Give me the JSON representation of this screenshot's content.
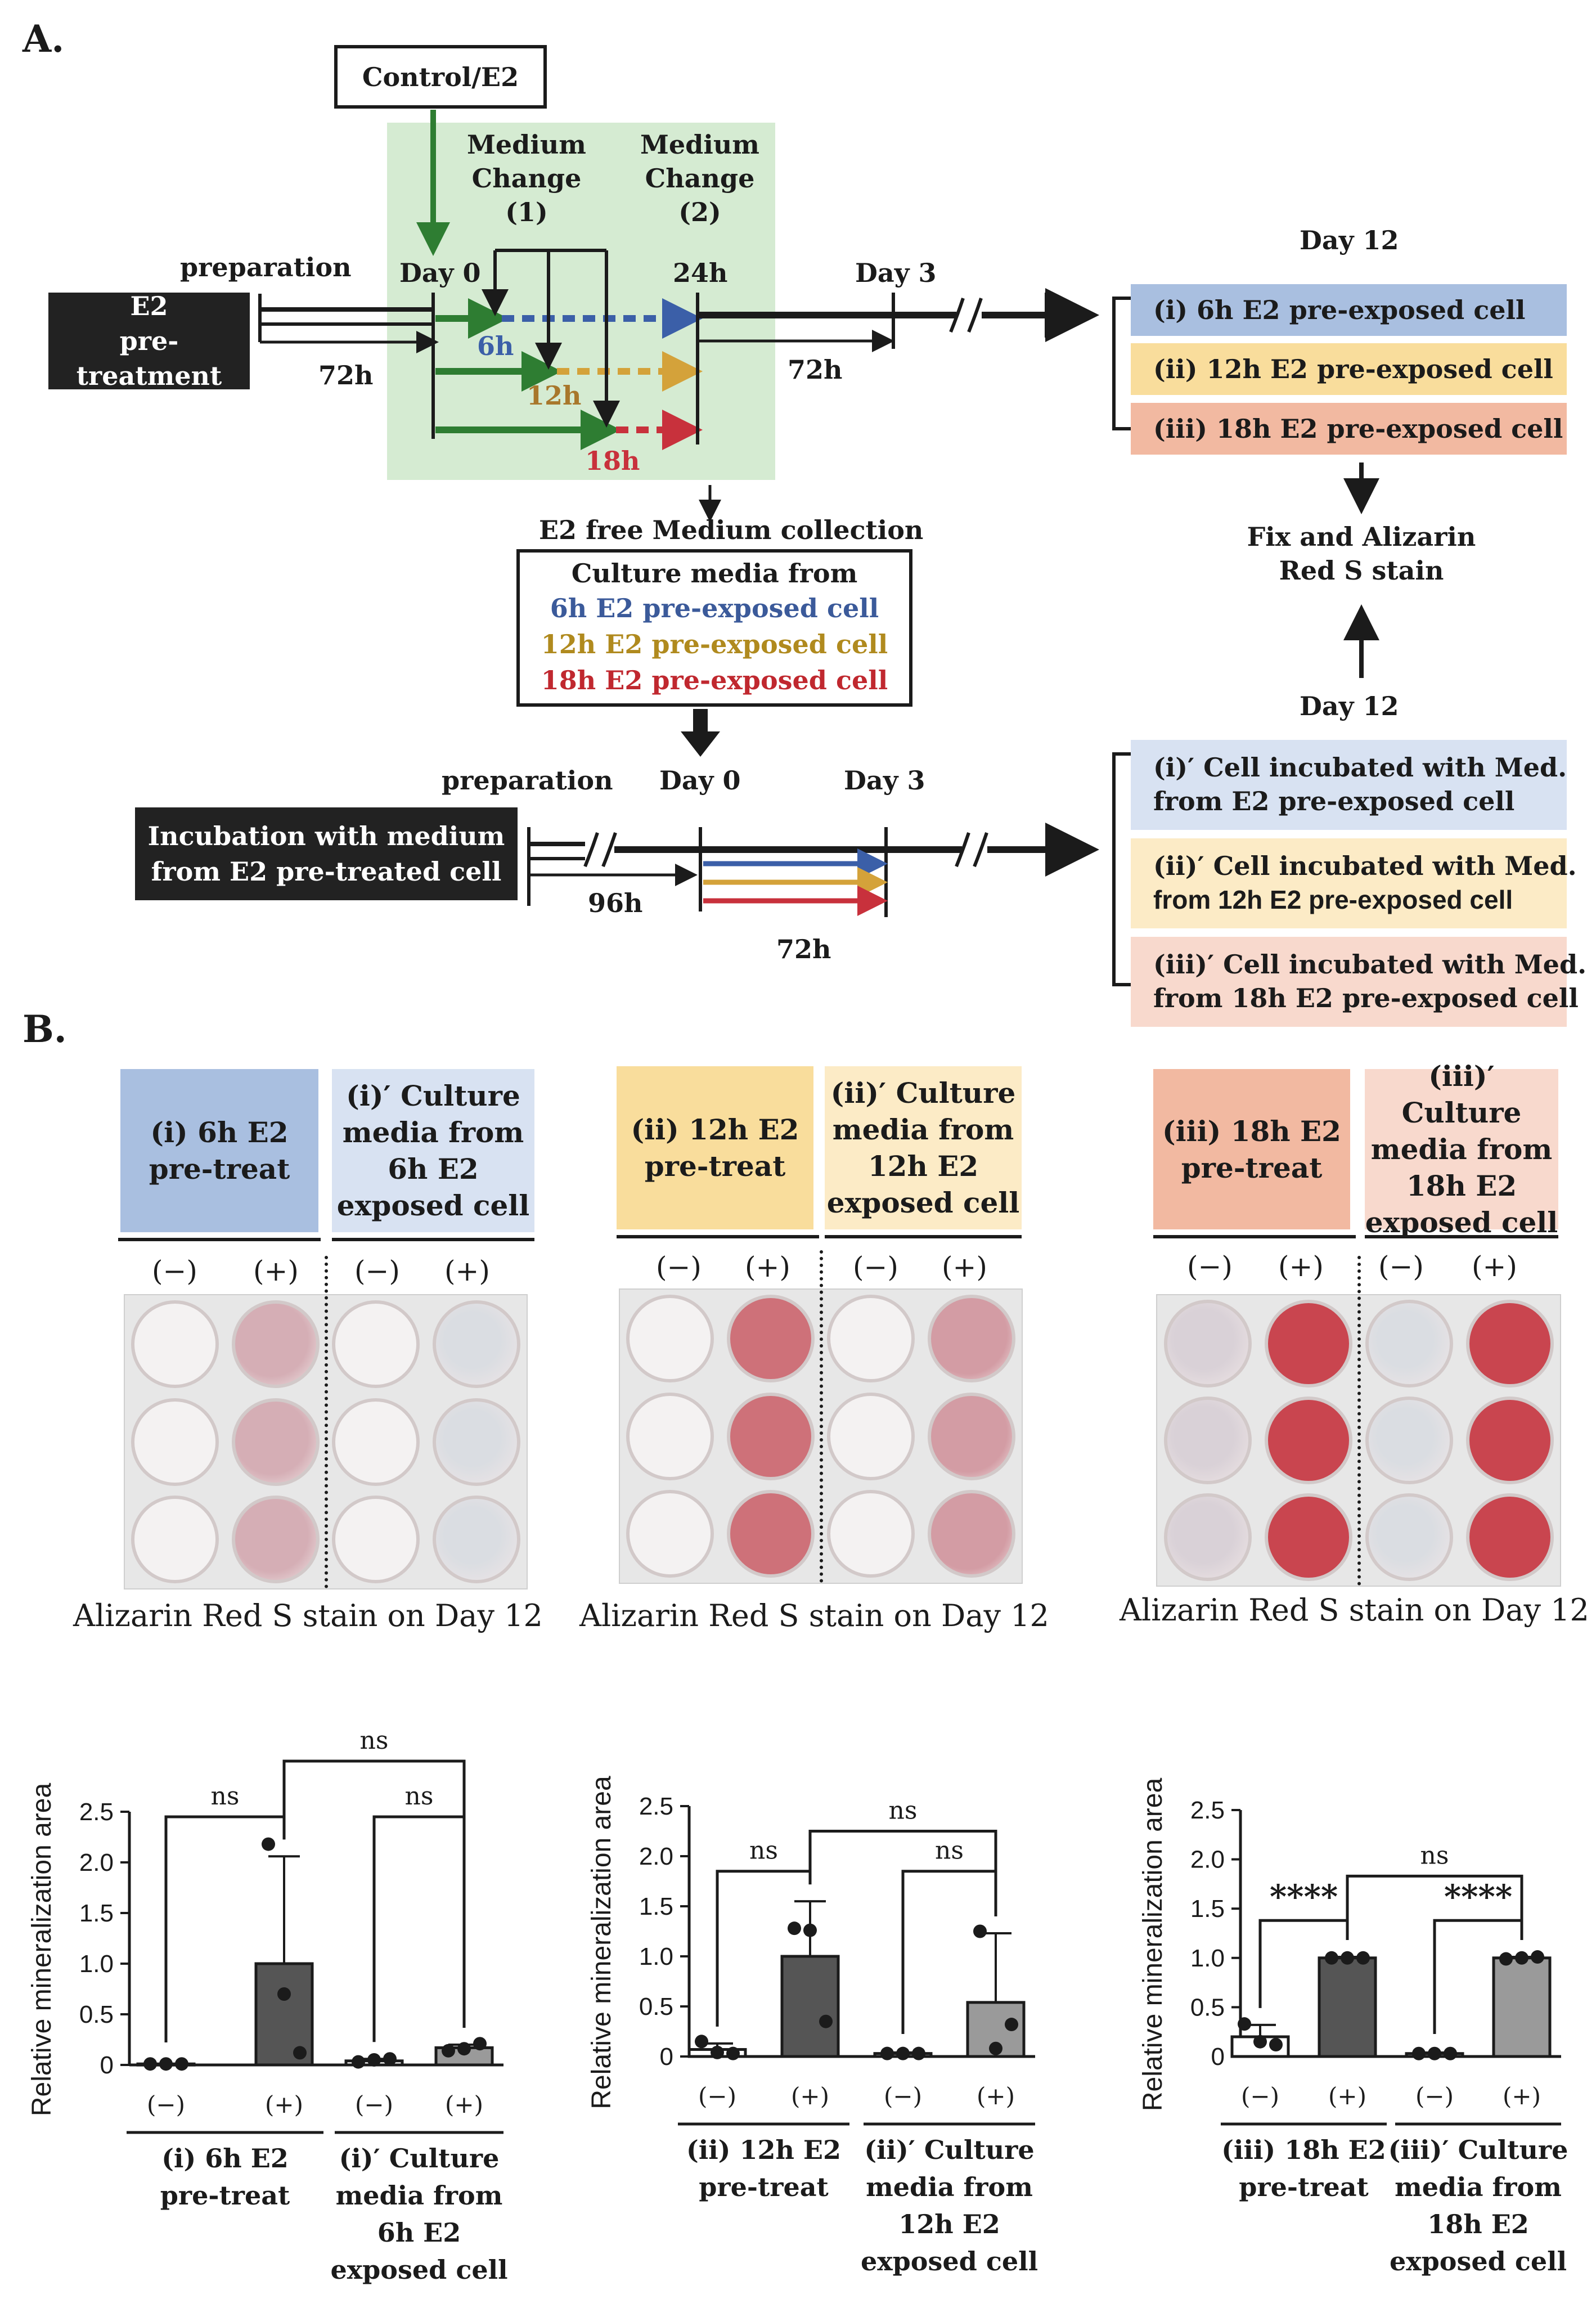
{
  "panel_a": {
    "letter": "A.",
    "control_box": "Control/E2",
    "medium_change_1": [
      "Medium",
      "Change",
      "(1)"
    ],
    "medium_change_2": [
      "Medium",
      "Change",
      "(2)"
    ],
    "preparation": "preparation",
    "day0": "Day 0",
    "h24": "24h",
    "day3": "Day 3",
    "h72_left": "72h",
    "h72_right": "72h",
    "t6": "6h",
    "t12": "12h",
    "t18": "18h",
    "pretreat_box": [
      "E2",
      "pre-treatment"
    ],
    "day12_top": "Day 12",
    "results_top": [
      {
        "label": "(i)   6h E2 pre-exposed cell",
        "color": "#a9bfe0"
      },
      {
        "label": "(ii) 12h E2 pre-exposed cell",
        "color": "#f9dd9c"
      },
      {
        "label": "(iii) 18h E2 pre-exposed cell",
        "color": "#f2b9a1"
      }
    ],
    "fix_stain": [
      "Fix and Alizarin",
      "Red S stain"
    ],
    "medium_collection": "E2 free Medium collection",
    "culture_box": {
      "title": "Culture media from",
      "lines": [
        {
          "text": "6h E2 pre-exposed cell",
          "color": "#3b5a9a"
        },
        {
          "text": "12h E2 pre-exposed cell",
          "color": "#b08a1e"
        },
        {
          "text": "18h E2 pre-exposed cell",
          "color": "#c0282f"
        }
      ]
    },
    "preparation2": "preparation",
    "day0_b": "Day 0",
    "day3_b": "Day 3",
    "h96": "96h",
    "h72_bottom": "72h",
    "incubation_box": [
      "Incubation with medium",
      "from E2 pre-treated cell"
    ],
    "day12_bottom": "Day 12",
    "results_bottom": [
      {
        "line1": "(i)′ Cell incubated with Med.",
        "line2": "from E2 pre-exposed cell",
        "color": "#d8e2f2"
      },
      {
        "line1": "(ii)′ Cell incubated with Med.",
        "line2": "from 12h E2 pre-exposed cell",
        "color": "#fcebc6"
      },
      {
        "line1": "(iii)′ Cell incubated with Med.",
        "line2": "from 18h E2 pre-exposed cell",
        "color": "#f8d9cd"
      }
    ],
    "colors": {
      "green": "#2e7d32",
      "green_bg": "#d5ebd2",
      "blue": "#3b5fa8",
      "gold": "#d4a23a",
      "red": "#c8313c"
    }
  },
  "panel_b": {
    "letter": "B.",
    "groups": [
      {
        "hdr_a": [
          "(i) 6h E2",
          "pre-treat"
        ],
        "hdr_a_color": "#a9bfe0",
        "hdr_b": [
          "(i)′ Culture",
          "media from",
          "6h E2",
          "exposed cell"
        ],
        "hdr_b_color": "#d8e2f2",
        "signs": [
          "(−)",
          "(+)",
          "(−)",
          "(+)"
        ],
        "caption": "Alizarin Red S stain on Day 12",
        "stain_level": [
          0.0,
          0.35,
          0.03,
          0.08
        ]
      },
      {
        "hdr_a": [
          "(ii) 12h E2",
          "pre-treat"
        ],
        "hdr_a_color": "#f9dd9c",
        "hdr_b": [
          "(ii)′ Culture",
          "media from",
          "12h E2",
          "exposed cell"
        ],
        "hdr_b_color": "#fcebc6",
        "signs": [
          "(−)",
          "(+)",
          "(−)",
          "(+)"
        ],
        "caption": "Alizarin Red S stain on Day 12",
        "stain_level": [
          0.0,
          0.7,
          0.02,
          0.45
        ]
      },
      {
        "hdr_a": [
          "(iii) 18h E2",
          "pre-treat"
        ],
        "hdr_a_color": "#f2b9a1",
        "hdr_b": [
          "(iii)′ Culture",
          "media from",
          "18h E2",
          "exposed cell"
        ],
        "hdr_b_color": "#f8d9cd",
        "signs": [
          "(−)",
          "(+)",
          "(−)",
          "(+)"
        ],
        "caption": "Alizarin Red S stain on Day 12",
        "stain_level": [
          0.15,
          0.95,
          0.08,
          0.95
        ]
      }
    ]
  },
  "chart_data": [
    {
      "type": "bar",
      "ylabel": "Relative mineralization area",
      "ylim": [
        0,
        2.5
      ],
      "yticks": [
        "0",
        "0.5",
        "1.0",
        "1.5",
        "2.0",
        "2.5"
      ],
      "categories": [
        "(−)",
        "(+)",
        "(−)",
        "(+)"
      ],
      "values": [
        0.01,
        1.0,
        0.04,
        0.17
      ],
      "errors": [
        0.0,
        1.06,
        0.02,
        0.03
      ],
      "points": [
        [
          0.01,
          0.01,
          0.01
        ],
        [
          2.18,
          0.7,
          0.12
        ],
        [
          0.03,
          0.05,
          0.06
        ],
        [
          0.14,
          0.16,
          0.21
        ]
      ],
      "bar_colors": [
        "#ffffff",
        "#555555",
        "#ffffff",
        "#9a9a9a"
      ],
      "group_labels": [
        [
          "(i) 6h E2",
          "pre-treat"
        ],
        [
          "(i)′ Culture",
          "media from",
          "6h E2",
          "exposed cell"
        ]
      ],
      "significance": [
        {
          "between": [
            0,
            1
          ],
          "label": "ns",
          "level": 2.45
        },
        {
          "between": [
            2,
            3
          ],
          "label": "ns",
          "level": 2.45
        },
        {
          "between": [
            1,
            3
          ],
          "label": "ns",
          "level": 3.0
        }
      ]
    },
    {
      "type": "bar",
      "ylabel": "Relative mineralization area",
      "ylim": [
        0,
        2.5
      ],
      "yticks": [
        "0",
        "0.5",
        "1.0",
        "1.5",
        "2.0",
        "2.5"
      ],
      "categories": [
        "(−)",
        "(+)",
        "(−)",
        "(+)"
      ],
      "values": [
        0.07,
        1.0,
        0.03,
        0.54
      ],
      "errors": [
        0.06,
        0.55,
        0.01,
        0.69
      ],
      "points": [
        [
          0.15,
          0.04,
          0.03
        ],
        [
          1.28,
          1.26,
          0.35
        ],
        [
          0.03,
          0.03,
          0.03
        ],
        [
          1.25,
          0.08,
          0.32
        ]
      ],
      "bar_colors": [
        "#ffffff",
        "#555555",
        "#ffffff",
        "#9a9a9a"
      ],
      "group_labels": [
        [
          "(ii) 12h E2",
          "pre-treat"
        ],
        [
          "(ii)′ Culture",
          "media from",
          "12h E2",
          "exposed cell"
        ]
      ],
      "significance": [
        {
          "between": [
            0,
            1
          ],
          "label": "ns",
          "level": 1.85
        },
        {
          "between": [
            2,
            3
          ],
          "label": "ns",
          "level": 1.85
        },
        {
          "between": [
            1,
            3
          ],
          "label": "ns",
          "level": 2.25
        }
      ]
    },
    {
      "type": "bar",
      "ylabel": "Relative mineralization area",
      "ylim": [
        0,
        2.5
      ],
      "yticks": [
        "0",
        "0.5",
        "1.0",
        "1.5",
        "2.0",
        "2.5"
      ],
      "categories": [
        "(−)",
        "(+)",
        "(−)",
        "(+)"
      ],
      "values": [
        0.2,
        1.0,
        0.03,
        1.0
      ],
      "errors": [
        0.12,
        0.01,
        0.01,
        0.01
      ],
      "points": [
        [
          0.33,
          0.15,
          0.12
        ],
        [
          1.0,
          1.0,
          1.0
        ],
        [
          0.03,
          0.03,
          0.03
        ],
        [
          0.99,
          1.0,
          1.01
        ]
      ],
      "bar_colors": [
        "#ffffff",
        "#555555",
        "#ffffff",
        "#9a9a9a"
      ],
      "group_labels": [
        [
          "(iii) 18h E2",
          "pre-treat"
        ],
        [
          "(iii)′ Culture",
          "media from",
          "18h E2",
          "exposed cell"
        ]
      ],
      "significance": [
        {
          "between": [
            0,
            1
          ],
          "label": "****",
          "level": 1.38
        },
        {
          "between": [
            2,
            3
          ],
          "label": "****",
          "level": 1.38
        },
        {
          "between": [
            1,
            3
          ],
          "label": "ns",
          "level": 1.83
        }
      ]
    }
  ]
}
